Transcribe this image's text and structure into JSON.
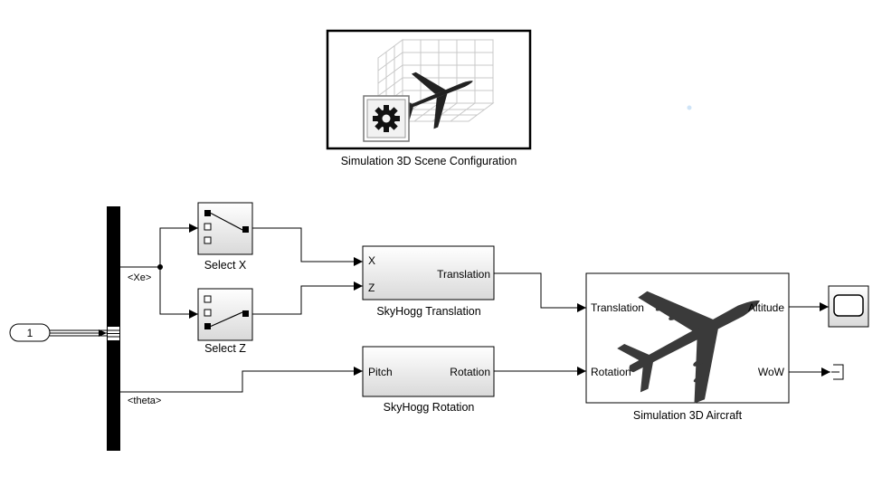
{
  "blocks": {
    "scene_config": {
      "label": "Simulation 3D Scene Configuration"
    },
    "select_x": {
      "label": "Select X"
    },
    "select_z": {
      "label": "Select Z"
    },
    "translation": {
      "label": "SkyHogg Translation",
      "in_x": "X",
      "in_z": "Z",
      "out": "Translation"
    },
    "rotation": {
      "label": "SkyHogg Rotation",
      "in": "Pitch",
      "out": "Rotation"
    },
    "aircraft": {
      "label": "Simulation 3D Aircraft",
      "in_translation": "Translation",
      "in_rotation": "Rotation",
      "out_altitude": "Altitude",
      "out_wow": "WoW"
    },
    "inport": {
      "number": "1"
    }
  },
  "signals": {
    "xe": "<Xe>",
    "theta": "<theta>"
  },
  "colors": {
    "block_gradient_top": "#ffffff",
    "block_gradient_bottom": "#d9d9d9",
    "bus": "#000000",
    "aircraft_silhouette": "#333333"
  },
  "icons": [
    "gear-icon",
    "airplane-icon",
    "grid-box-icon",
    "switch-icon",
    "scope-icon",
    "terminator-icon"
  ]
}
